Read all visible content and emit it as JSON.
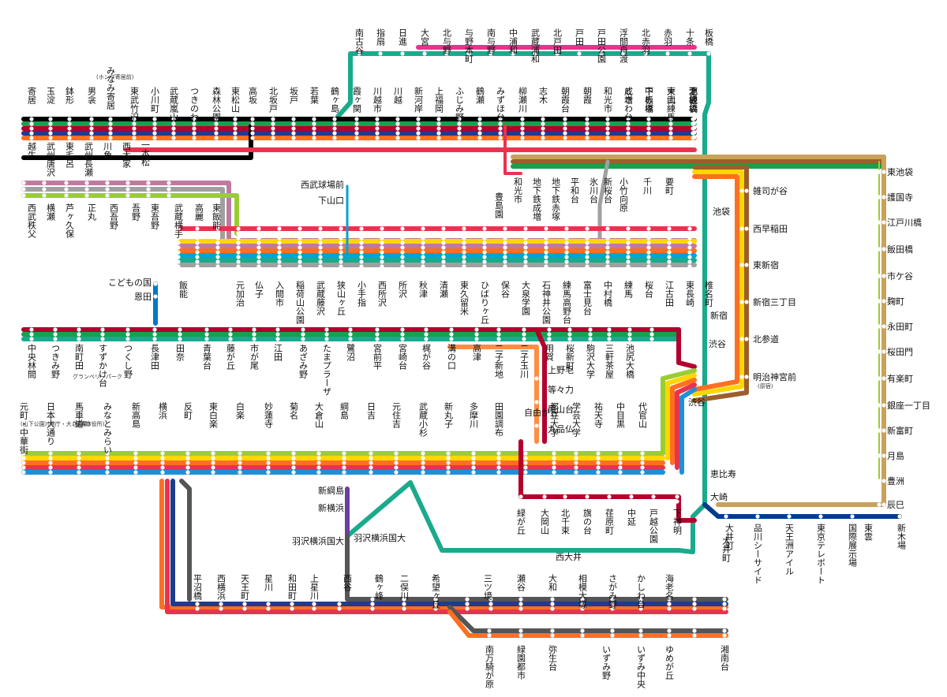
{
  "colors": {
    "tobu_tojo": "#000000",
    "seibu_ikebukuro": "#e8334f",
    "tokyu_toyoko": "#e8334f",
    "saikyo": "#1aaa8c",
    "yamanote": "#9acd32",
    "yurakucho": "#c8a15a",
    "fukutoshin": "#9c5e2b",
    "chiyoda": "#18a04e",
    "hanzomon": "#8f76d6",
    "den_en_toshi": "#1aaa8c",
    "oedo": "#b3002d",
    "sotetsu": "#1e3c8c",
    "rinkai": "#003c8c",
    "minatomirai": "#0b5fa5",
    "shonan": "#f59b20",
    "meguro": "#1e90d8",
    "namboku": "#00a27a",
    "kodomonokuni": "#0078c8",
    "sotetsu_shin_yoko": "#6b3fa0",
    "yellow_line": "#ffd700",
    "orange_line": "#ff6f21",
    "gray_line": "#a0a0a0",
    "pink_line": "#c07aa0",
    "darkgray_line": "#555555",
    "station_dot": "#ffffff",
    "text": "#111111"
  },
  "stations": {
    "saikyo_top": [
      "南古谷",
      "指扇",
      "日進",
      "大宮",
      "北与野",
      "与野本町",
      "南与野",
      "中浦和",
      "武蔵浦和",
      "北戸田",
      "戸田",
      "戸田公園",
      "浮間舟渡",
      "北赤羽",
      "赤羽",
      "十条",
      "板橋"
    ],
    "tojo_top": [
      "寄居",
      "玉淀",
      "鉢形",
      "男衾",
      "みなみ寄居",
      "東武竹沢",
      "小川町",
      "武蔵嵐山",
      "つきのわ",
      "森林公園",
      "東松山",
      "高坂",
      "北坂戸",
      "坂戸",
      "若葉",
      "鶴ヶ島",
      "霞ヶ関",
      "川越市",
      "川越",
      "新河岸",
      "上福岡",
      "ふじみ野",
      "鶴瀬",
      "みずほ台",
      "柳瀬川",
      "志木",
      "朝霞台",
      "朝霞",
      "和光市",
      "成増",
      "下赤塚",
      "東武練馬",
      "上板橋",
      "ときわ台",
      "中板橋",
      "大山",
      "下板橋",
      "北池袋",
      "池袋"
    ],
    "tojo_sub": [
      "越生",
      "武州唐沢",
      "東毛呂",
      "武州長瀬",
      "川角",
      "西大家",
      "一本松"
    ],
    "honda_note": "(ホンダ寄居前)",
    "yurakucho_line": [
      "和光市",
      "地下鉄成増",
      "地下鉄赤塚",
      "平和台",
      "氷川台",
      "小竹向原",
      "新桜台",
      "千川",
      "要町"
    ],
    "toshima_en": "豊島園",
    "seibu_top": [
      "西武秩父",
      "横瀬",
      "芦ヶ久保",
      "正丸",
      "西吾野",
      "吾野",
      "東吾野",
      "武蔵横手",
      "高麗",
      "東飯能"
    ],
    "seibu_main": [
      "飯能",
      "元加治",
      "仏子",
      "入間市",
      "稲荷山公園",
      "武蔵藤沢",
      "狭山ヶ丘",
      "小手指",
      "西所沢",
      "所沢",
      "秋津",
      "清瀬",
      "東久留米",
      "ひばりヶ丘",
      "保谷",
      "大泉学園",
      "石神井公園",
      "練馬高野台",
      "富士見台",
      "中村橋",
      "練馬",
      "桜台",
      "江古田",
      "東長崎",
      "椎名町",
      "池袋"
    ],
    "seibu_branch": [
      "西武球場前",
      "下山口"
    ],
    "yamanote_east": [
      "雑司が谷",
      "西早稲田",
      "東新宿",
      "新宿三丁目",
      "北参道",
      "明治神宮前"
    ],
    "meiji_note": "(原宿)",
    "yurakucho_east": [
      "東池袋",
      "護国寺",
      "江戸川橋",
      "飯田橋",
      "市ケ谷",
      "麹町",
      "永田町",
      "桜田門",
      "有楽町",
      "銀座一丁目",
      "新富町",
      "月島",
      "豊洲",
      "辰巳",
      "新木場"
    ],
    "jr_saikyo_south": [
      "池袋",
      "新宿",
      "渋谷",
      "恵比寿",
      "大崎"
    ],
    "rinkai_line": [
      "大井町",
      "品川シーサイド",
      "天王洲アイル",
      "東京テレポート",
      "国際展示場",
      "東雲"
    ],
    "den_en": [
      "中央林間",
      "つきみ野",
      "南町田",
      "すずかけ台",
      "つくし野",
      "長津田",
      "田奈",
      "青葉台",
      "藤が丘",
      "市が尾",
      "江田",
      "あざみ野",
      "たまプラーザ",
      "鷺沼",
      "宮前平",
      "宮崎台",
      "梶が谷",
      "溝の口",
      "高津",
      "二子新地",
      "二子玉川",
      "用賀",
      "桜新町",
      "駒沢大学",
      "三軒茶屋",
      "池尻大橋"
    ],
    "minamimachida_note": "グランベリーパーク",
    "kodomo": [
      "こどもの国",
      "恩田"
    ],
    "oimachi": [
      "上野毛",
      "等々力",
      "尾山台",
      "九品仏",
      "自由が丘"
    ],
    "toyoko": [
      "元町・中華街",
      "日本大通り",
      "馬車道",
      "みなとみらい",
      "新高島",
      "横浜",
      "反町",
      "東白楽",
      "白楽",
      "妙蓮寺",
      "菊名",
      "大倉山",
      "綱島",
      "日吉",
      "元住吉",
      "武蔵小杉",
      "新丸子",
      "多摩川",
      "田園調布",
      "自由が丘",
      "都立大学",
      "学芸大学",
      "祐天寺",
      "中目黒",
      "代官山",
      "渋谷"
    ],
    "motomachi_note": "(山下公園)",
    "nihon_odori_note": "(県庁・大さん橋)",
    "bashamichi_note": "(横浜市役所)",
    "meguro_line": [
      "緑が丘",
      "大岡山",
      "北千束",
      "旗の台",
      "荏原町",
      "中延",
      "戸越公園",
      "下神明",
      "大井町"
    ],
    "nishioi": "西大井",
    "shintsunashima": [
      "新綱島",
      "新横浜",
      "羽沢横浜国大"
    ],
    "sotetsu_main": [
      "平沼橋",
      "西横浜",
      "天王町",
      "星川",
      "和田町",
      "上星川",
      "西谷",
      "鶴ヶ峰",
      "二俣川",
      "希望ヶ丘",
      "三ツ境",
      "瀬谷",
      "大和",
      "相模大塚",
      "さがみ野",
      "かしわ台",
      "海老名"
    ],
    "sotetsu_izumino": [
      "南万騎が原",
      "緑園都市",
      "弥生台",
      "いずみ野",
      "いずみ中央",
      "ゆめが丘",
      "湘南台"
    ]
  }
}
